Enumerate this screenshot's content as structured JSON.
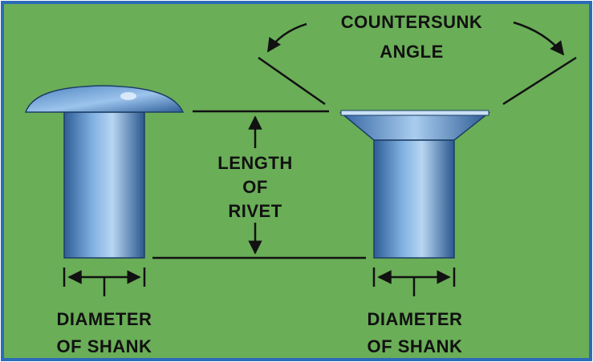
{
  "labels": {
    "countersunk_line1": "COUNTERSUNK",
    "countersunk_line2": "ANGLE",
    "length_line1": "LENGTH",
    "length_line2": "OF",
    "length_line3": "RIVET",
    "left_diameter_line1": "DIAMETER",
    "left_diameter_line2": "OF SHANK",
    "right_diameter_line1": "DIAMETER",
    "right_diameter_line2": "OF SHANK"
  },
  "colors": {
    "background": "#6aae58",
    "frame": "#2c6bb8",
    "rivet": "#6d9fd4",
    "rivet_dark": "#2e5d96",
    "line": "#111111"
  }
}
